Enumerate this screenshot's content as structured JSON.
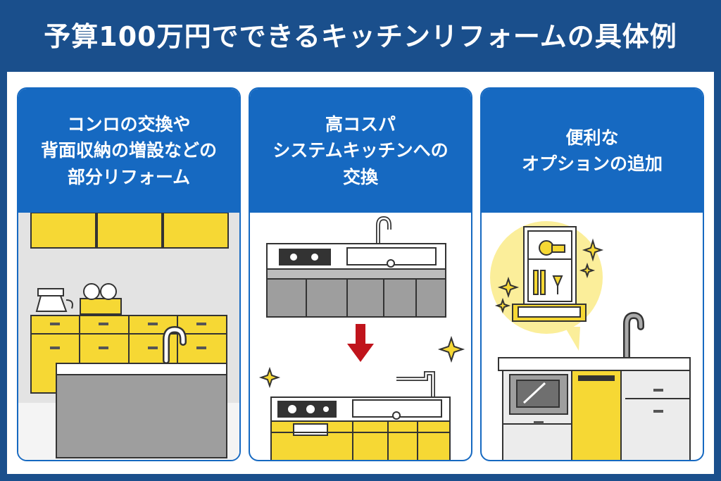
{
  "title": "予算100万円でできるキッチンリフォームの具体例",
  "panels": [
    {
      "label": "コンロの交換や\n背面収納の増設などの\n部分リフォーム"
    },
    {
      "label": "高コスパ\nシステムキッチンへの\n交換"
    },
    {
      "label": "便利な\nオプションの追加"
    }
  ],
  "colors": {
    "background": "#1a4f8c",
    "panel_header": "#1669c1",
    "accent_yellow": "#f6d834",
    "gray_cabinet": "#9e9e9e",
    "arrow_red": "#c0141c"
  }
}
